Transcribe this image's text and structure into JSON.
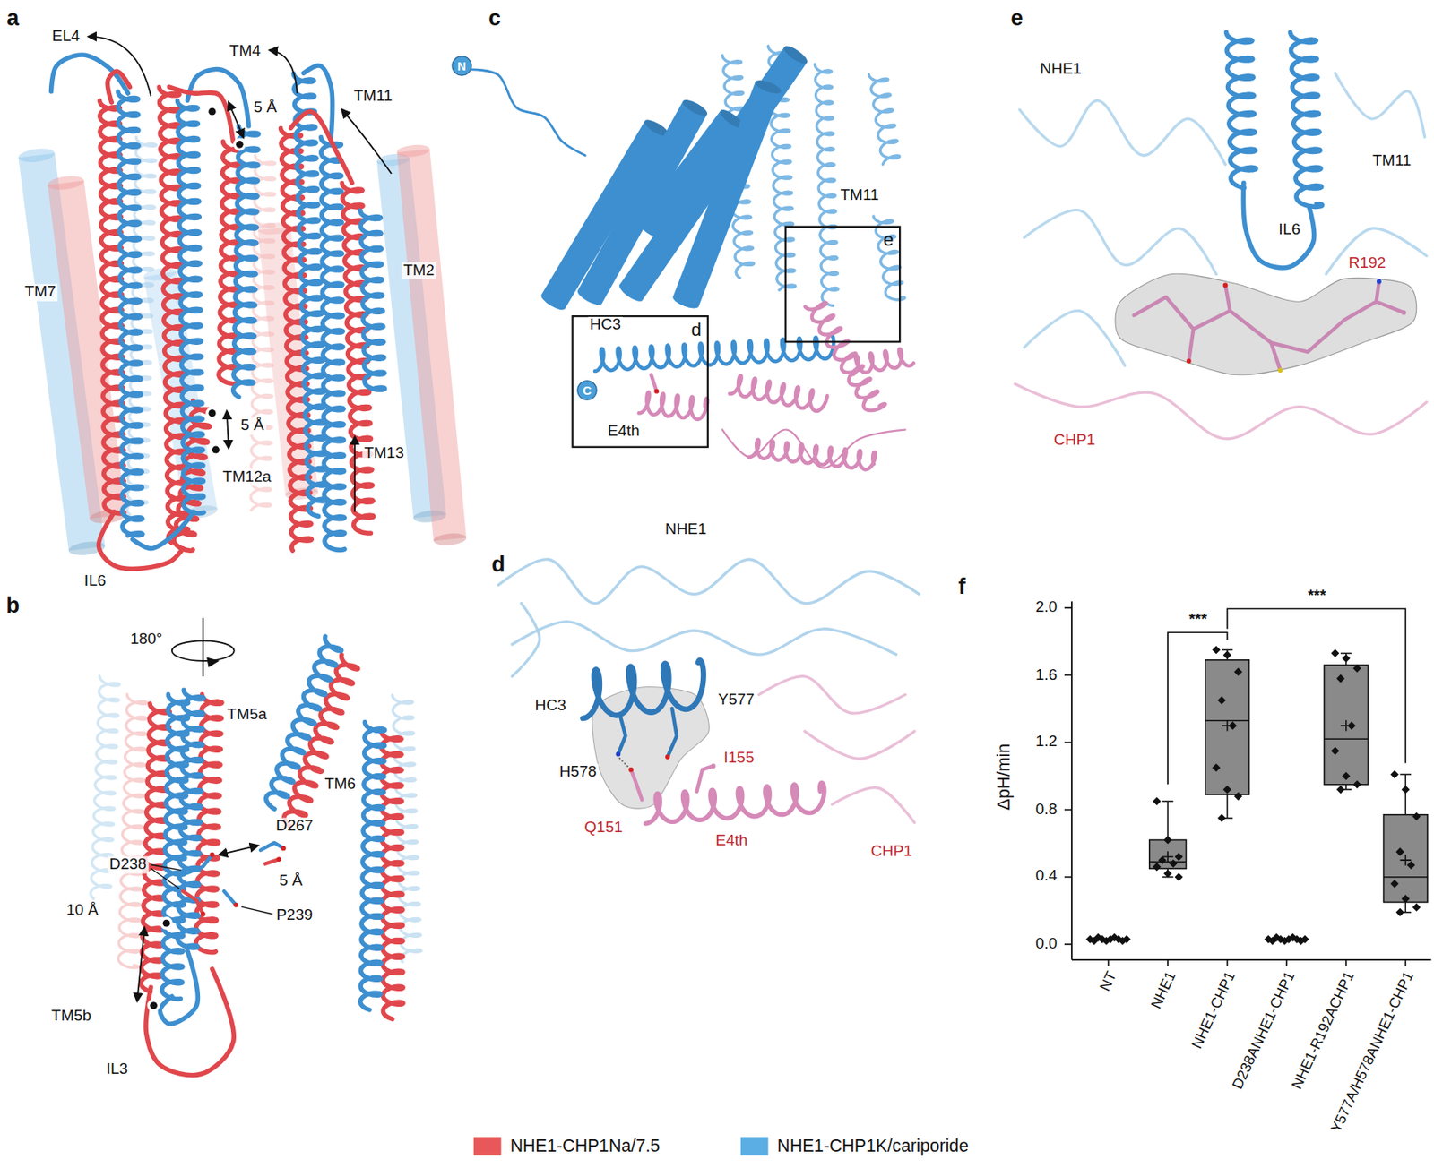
{
  "diagram": {
    "nodes": [
      {
        "text": [
          "N"
        ]
      },
      {
        "text": [
          "e"
        ]
      },
      {
        "text": [
          "d"
        ]
      },
      {
        "text": [
          "C"
        ],
        "in": 2
      }
    ],
    "labels": [
      "a",
      "EL4",
      "TM4",
      "TM11",
      "5 Å",
      "TM2",
      "TM7",
      "5 Å",
      "TM13",
      "TM12a",
      "IL6",
      "b",
      "180°",
      "TM5a",
      "TM6",
      "D238",
      "D267",
      "5 Å",
      "P239",
      "10 Å",
      "TM5b",
      "IL3",
      "c",
      "TM11",
      "HC3",
      "E4th",
      "d",
      "NHE1",
      "HC3",
      "H578",
      "Y577",
      "I155",
      "Q151",
      "E4th",
      "CHP1",
      "e",
      "NHE1",
      "TM11",
      "IL6",
      "R192",
      "CHP1",
      "f",
      "2.0",
      "1.6",
      "1.2",
      "0.8",
      "0.4",
      "0.0",
      "ΔpH/min",
      "***",
      "***",
      "NT",
      "NHE1",
      "NHE1-CHP1",
      "D238ANHE1-CHP1",
      "NHE1-R192ACHP1",
      "Y577A/H578ANHE1-CHP1"
    ],
    "legend": [
      {
        "text": "NHE1-CHP1Na/7.5",
        "color": "#e8585a"
      },
      {
        "text": "NHE1-CHP1K/cariporide",
        "color": "#5aaee3"
      }
    ]
  }
}
